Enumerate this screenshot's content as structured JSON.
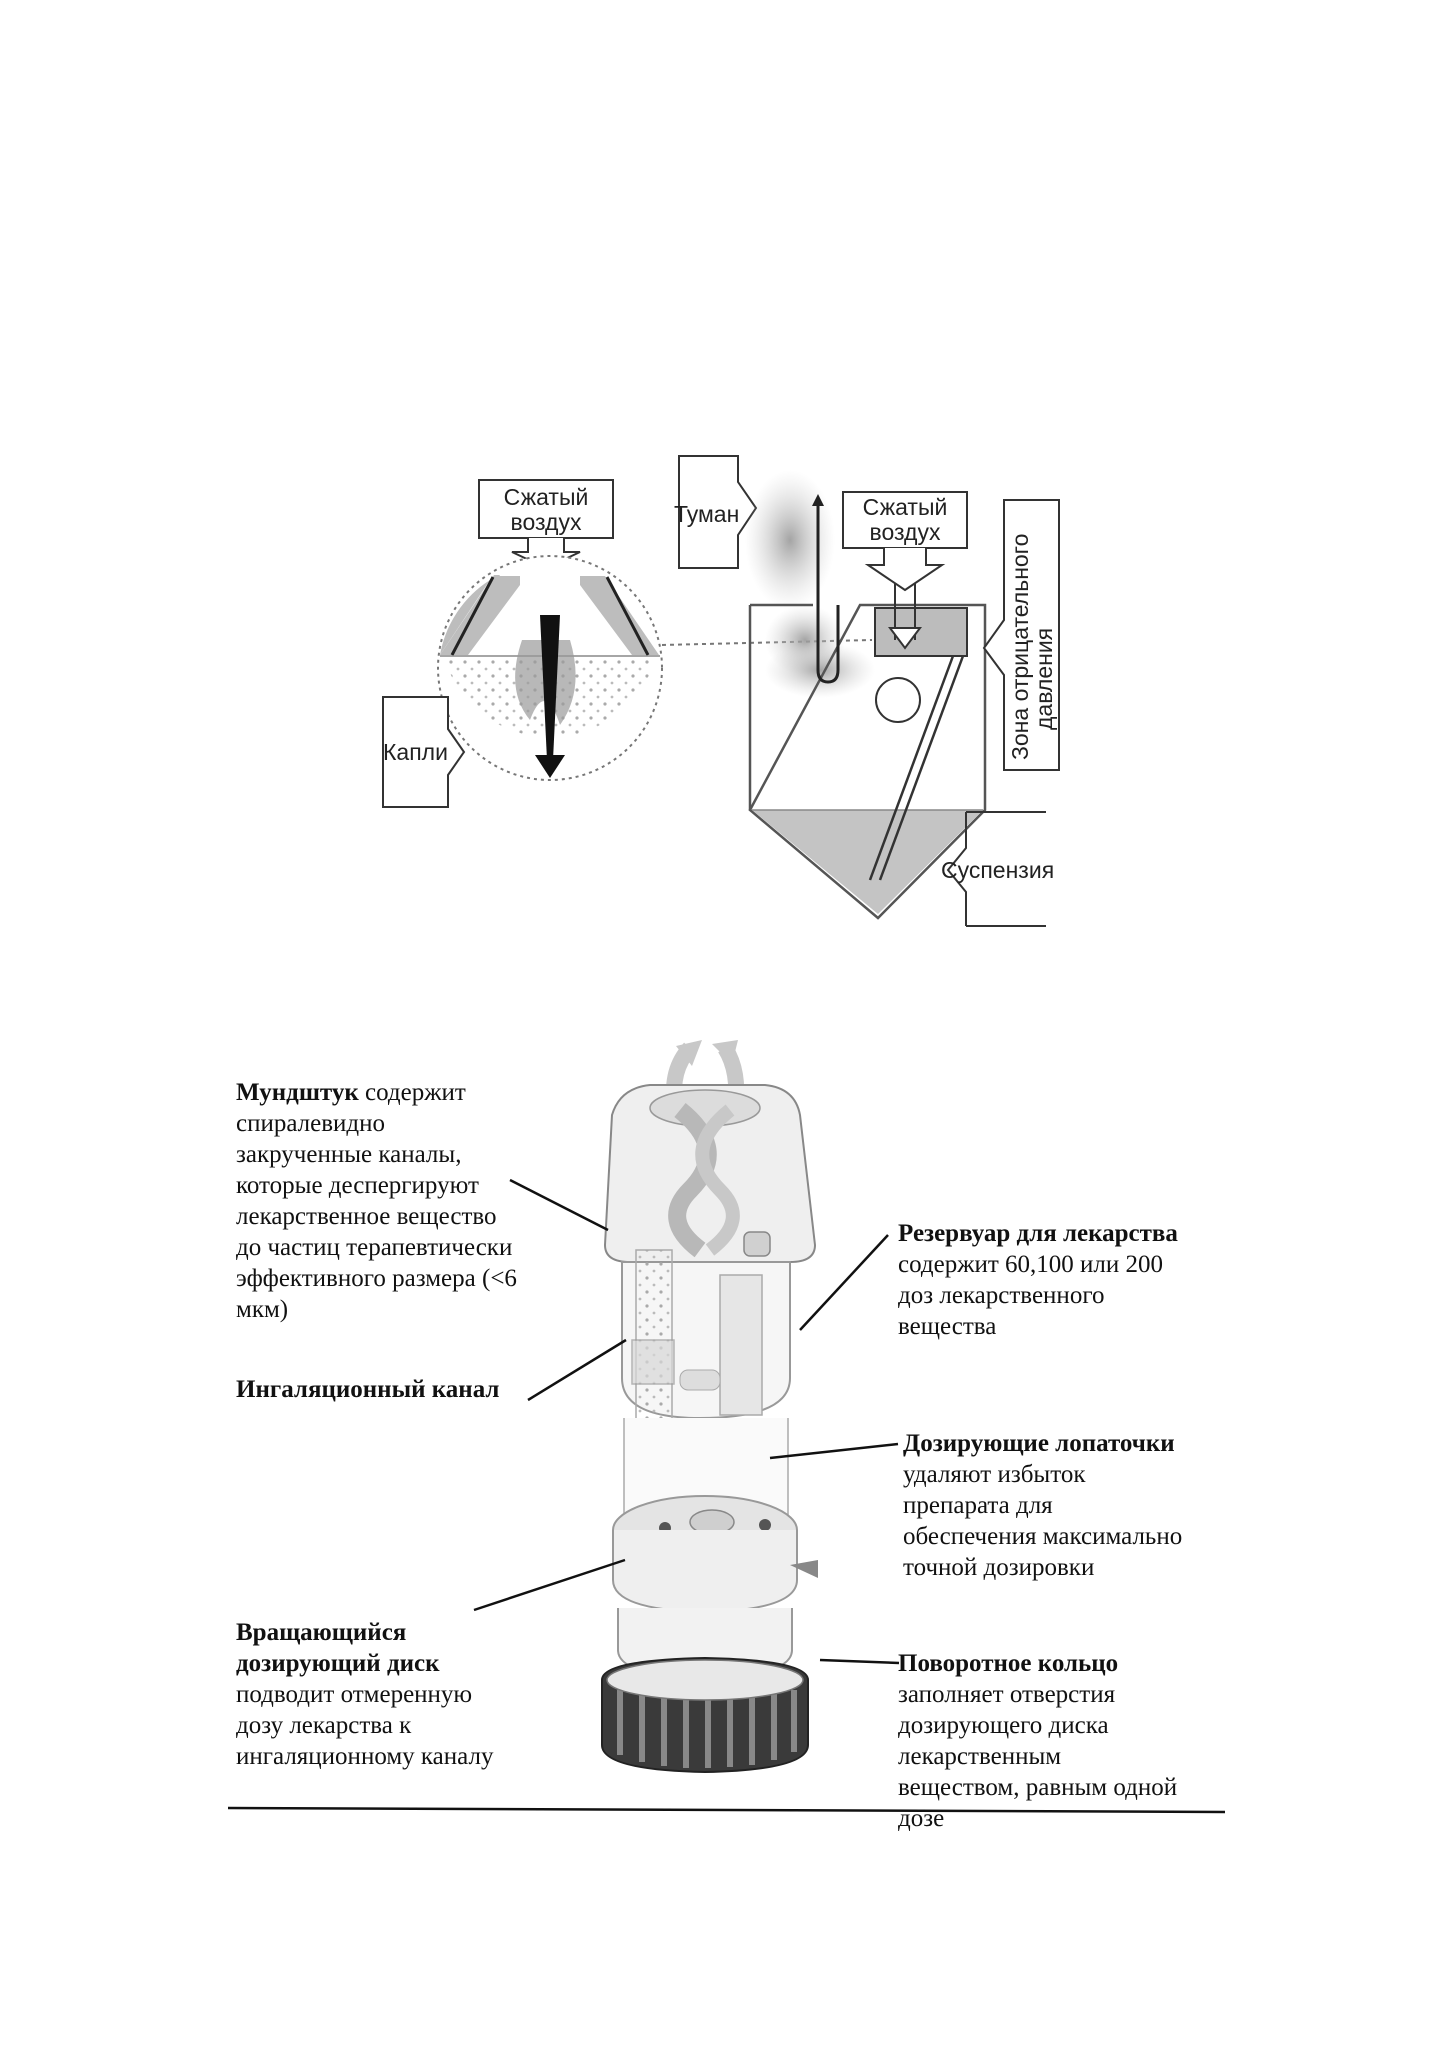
{
  "nebulizer": {
    "compressed_air_left": [
      "Сжатый",
      "воздух"
    ],
    "compressed_air_right": [
      "Сжатый",
      "воздух"
    ],
    "mist": "Туман",
    "droplets": "Капли",
    "negative_pressure_zone": [
      "Зона отрицательного",
      "давления"
    ],
    "suspension": "Суспензия"
  },
  "inhaler": {
    "mouthpiece": {
      "title": "Мундштук",
      "lines": [
        "содержит",
        "спиралевидно",
        "закрученные каналы,",
        "которые десперги­руют",
        "лекарственное вещество",
        "до частиц терапевтически",
        "эффективного размера (<6",
        "мкм)"
      ]
    },
    "reservoir": {
      "title": "Резервуар для лекарства",
      "lines": [
        "содержит 60,100 или 200",
        "доз лекарственного",
        "вещества"
      ]
    },
    "inhalation_channel": {
      "title": "Ингаляционный канал"
    },
    "dosing_blades": {
      "title": "Дозирующие лопаточки",
      "lines": [
        "удаляют избыток",
        "препарата для",
        "обеспечения максимально",
        "точной дозировки"
      ]
    },
    "rotating_disc": {
      "title_lines": [
        "Вращающийся",
        "дозирующий диск"
      ],
      "lines": [
        "подводит отмеренную",
        "дозу лекарства к",
        "ингаляционному каналу"
      ]
    },
    "turning_ring": {
      "title": "Поворотное кольцо",
      "lines": [
        "заполняет отверстия",
        "дозирующего диска",
        "лекарственным",
        "веществом, равным одной",
        "дозе"
      ]
    }
  }
}
